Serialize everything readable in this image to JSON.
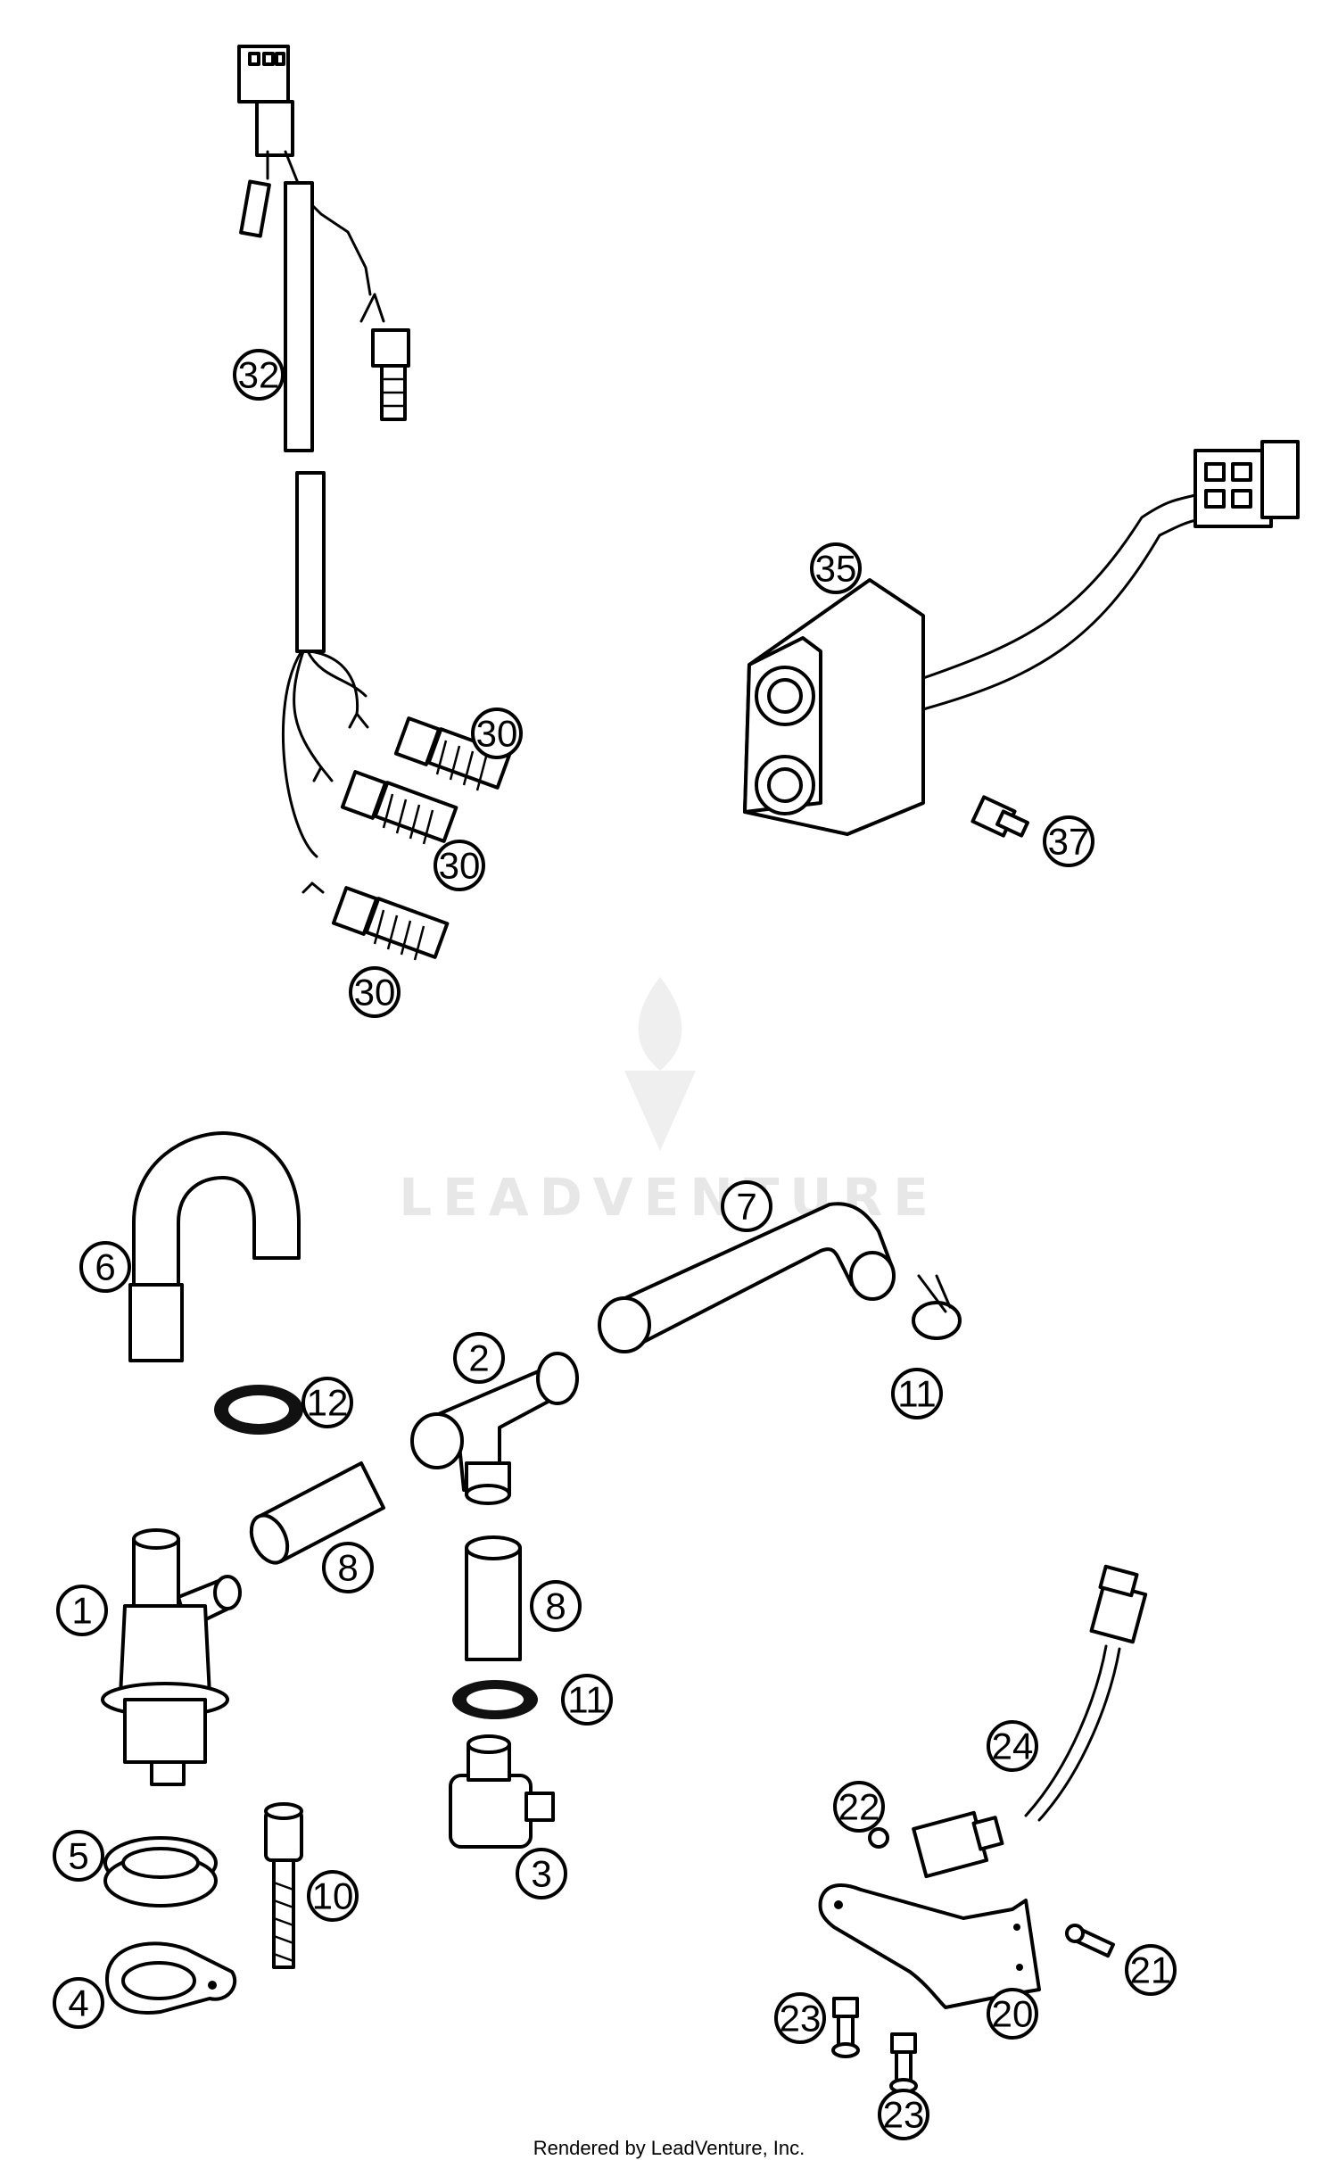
{
  "watermark": {
    "text": "LEADVENTURE"
  },
  "footer": {
    "text": "Rendered by LeadVenture, Inc."
  },
  "callouts": {
    "c32": "32",
    "c35": "35",
    "c37": "37",
    "c30a": "30",
    "c30b": "30",
    "c30c": "30",
    "c6": "6",
    "c7": "7",
    "c2": "2",
    "c12": "12",
    "c11a": "11",
    "c1": "1",
    "c8a": "8",
    "c8b": "8",
    "c11b": "11",
    "c3": "3",
    "c5": "5",
    "c10": "10",
    "c4": "4",
    "c24": "24",
    "c22": "22",
    "c21": "21",
    "c20": "20",
    "c23a": "23",
    "c23b": "23"
  }
}
